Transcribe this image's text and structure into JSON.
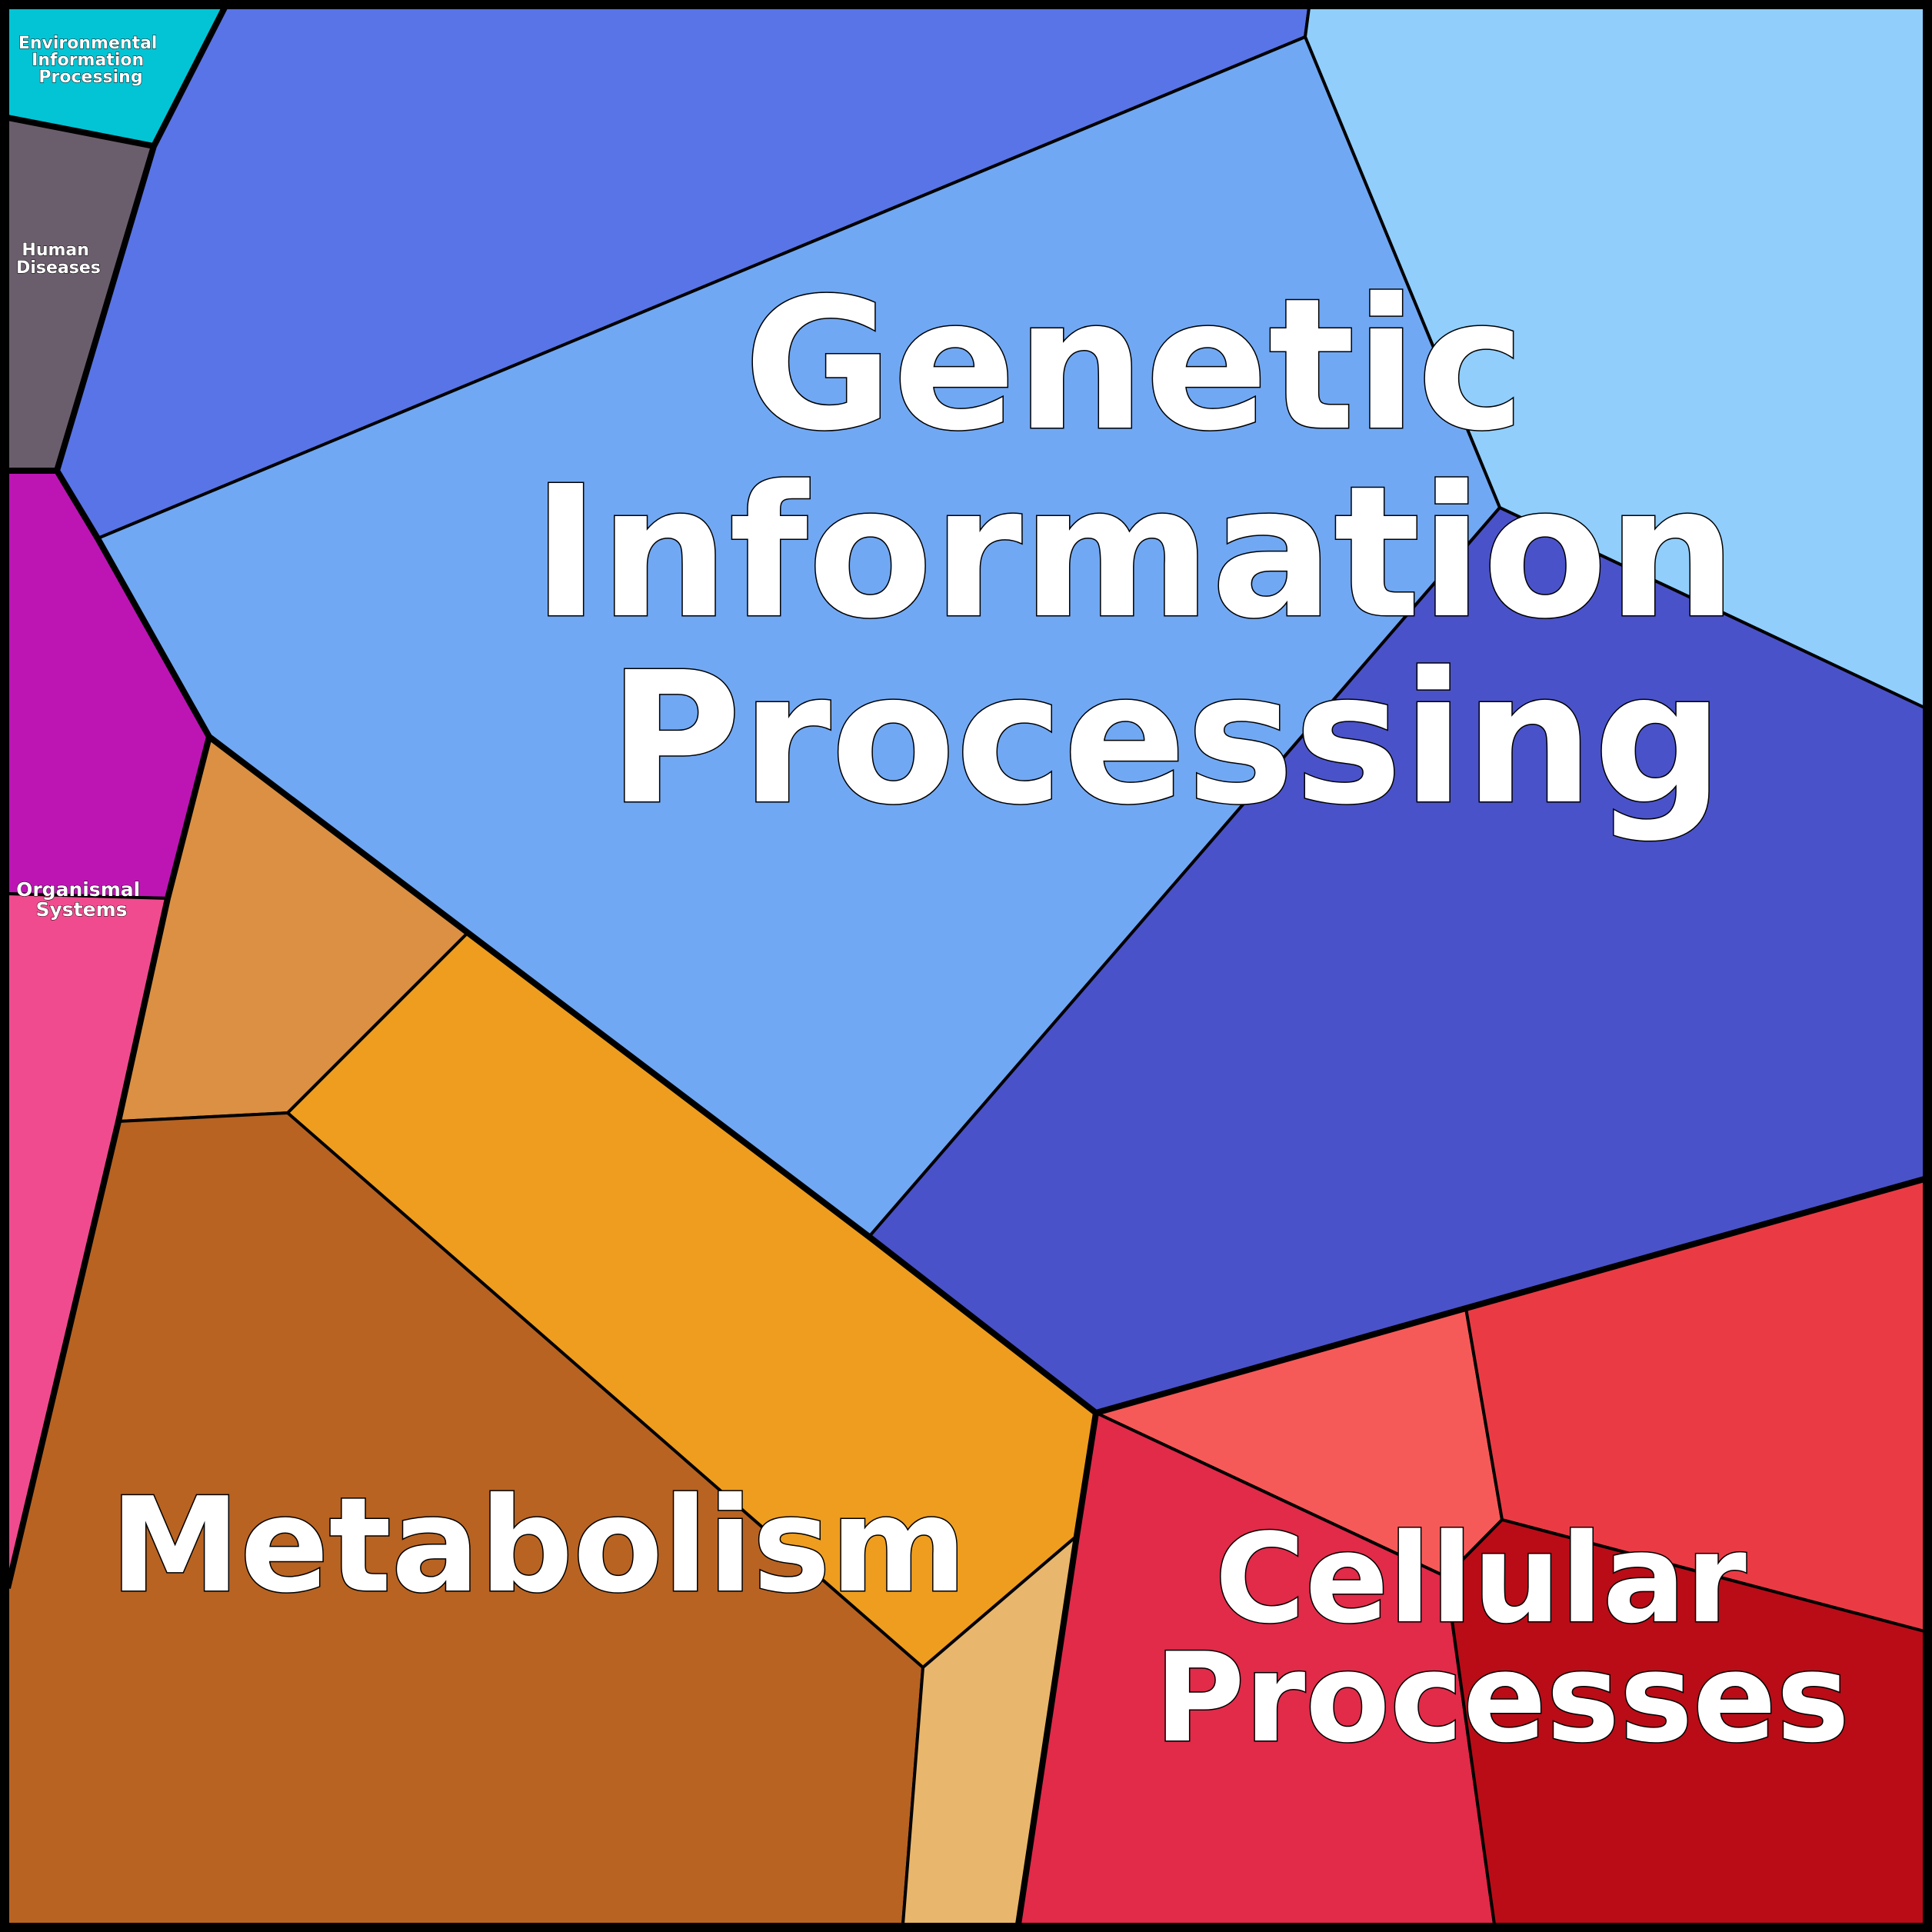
{
  "title": "Voronoi treemap of pathway categories",
  "categories": [
    {
      "id": "genetic",
      "label_lines": [
        "Genetic",
        "Information",
        "Processing"
      ],
      "colors": {
        "main": "#71a8f3",
        "top": "#5874e6",
        "topright": "#91cefc",
        "right": "#4a52c9"
      }
    },
    {
      "id": "metabolism",
      "label_lines": [
        "Metabolism"
      ],
      "colors": {
        "main": "#b86322",
        "upper": "#db9043",
        "band": "#ee9d1f",
        "sliver": "#e8b66c"
      }
    },
    {
      "id": "cellular",
      "label_lines": [
        "Cellular",
        "Processes"
      ],
      "colors": {
        "left": "#e22a49",
        "top": "#f65a58",
        "right": "#ea3b44",
        "bottom": "#b90c17"
      }
    },
    {
      "id": "organismal",
      "label_lines": [
        "Organismal",
        "Systems"
      ],
      "colors": {
        "upper": "#bd15b3",
        "lower": "#f04b8f"
      }
    },
    {
      "id": "human-diseases",
      "label_lines": [
        "Human",
        "Diseases"
      ],
      "colors": {
        "main": "#6b5e6c"
      }
    },
    {
      "id": "environmental",
      "label_lines": [
        "Environmental",
        "Information",
        "Processing"
      ],
      "colors": {
        "main": "#03c4d4"
      }
    }
  ]
}
